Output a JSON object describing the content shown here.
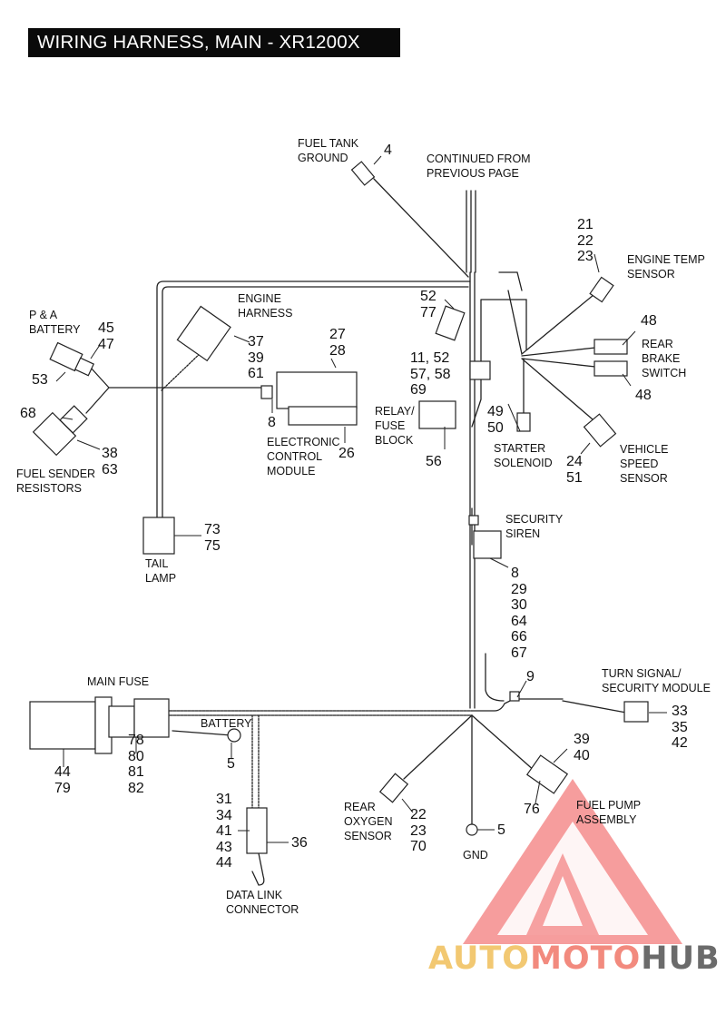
{
  "title": "WIRING HARNESS, MAIN - XR1200X",
  "colors": {
    "title_bg": "#0a0a0a",
    "line": "#222222",
    "watermark_red": "#ee3b3b",
    "watermark_gold": "#f2c872",
    "watermark_grey": "#6b6b6b"
  },
  "labels": {
    "fuel_tank_ground": [
      "FUEL TANK",
      "GROUND"
    ],
    "continued": [
      "CONTINUED FROM",
      "PREVIOUS PAGE"
    ],
    "engine_temp_sensor": [
      "ENGINE TEMP",
      "SENSOR"
    ],
    "engine_harness": [
      "ENGINE",
      "HARNESS"
    ],
    "pa_battery": [
      "P & A",
      "BATTERY"
    ],
    "rear_brake_switch": [
      "REAR",
      "BRAKE",
      "SWITCH"
    ],
    "relay_fuse_block": [
      "RELAY/",
      "FUSE",
      "BLOCK"
    ],
    "starter_solenoid": [
      "STARTER",
      "SOLENOID"
    ],
    "vehicle_speed_sensor": [
      "VEHICLE",
      "SPEED",
      "SENSOR"
    ],
    "electronic_control_module": [
      "ELECTRONIC",
      "CONTROL",
      "MODULE"
    ],
    "fuel_sender_resistors": [
      "FUEL SENDER",
      "RESISTORS"
    ],
    "tail_lamp": [
      "TAIL",
      "LAMP"
    ],
    "security_siren": [
      "SECURITY",
      "SIREN"
    ],
    "main_fuse": "MAIN FUSE",
    "turn_signal_module": [
      "TURN SIGNAL/",
      "SECURITY MODULE"
    ],
    "battery": "BATTERY",
    "fuel_pump_assembly": [
      "FUEL PUMP",
      "ASSEMBLY"
    ],
    "rear_oxygen_sensor": [
      "REAR",
      "OXYGEN",
      "SENSOR"
    ],
    "gnd": "GND",
    "data_link_connector": [
      "DATA LINK",
      "CONNECTOR"
    ]
  },
  "numbers": {
    "fuel_tank_ground": "4",
    "engine_temp_sensor": [
      "21",
      "22",
      "23"
    ],
    "top_connector": [
      "52",
      "77"
    ],
    "pa_battery": [
      "45",
      "47"
    ],
    "pa_battery_lower": "53",
    "ecm_top": [
      "27",
      "28"
    ],
    "engine_harness": [
      "37",
      "39",
      "61"
    ],
    "relay_left": [
      "11, 52",
      "57, 58"
    ],
    "relay_69": "69",
    "rear_brake_top": "48",
    "rear_brake_bottom": "48",
    "fuel_sender_left": "68",
    "fuel_sender_right": [
      "38",
      "63"
    ],
    "ecm_8": "8",
    "ecm_26": "26",
    "starter_solenoid": [
      "49",
      "50"
    ],
    "vehicle_speed_sensor": [
      "24",
      "51"
    ],
    "relay_block": "56",
    "tail_lamp": [
      "73",
      "75"
    ],
    "security_siren": [
      "8",
      "29",
      "30",
      "64",
      "66",
      "67"
    ],
    "clip_9": "9",
    "turn_signal": [
      "33",
      "35",
      "42"
    ],
    "main_fuse_left": [
      "44",
      "79"
    ],
    "main_fuse_right": [
      "78",
      "80",
      "81",
      "82"
    ],
    "battery": "5",
    "fuel_pump": [
      "39",
      "40"
    ],
    "fuel_pump_76": "76",
    "data_link_left": [
      "31",
      "34",
      "41",
      "43",
      "44"
    ],
    "data_link_right": "36",
    "rear_oxygen": [
      "22",
      "23",
      "70"
    ],
    "gnd": "5"
  },
  "watermark": {
    "part1": "AUTO",
    "part2": "MOTO",
    "part3": "HUB"
  }
}
